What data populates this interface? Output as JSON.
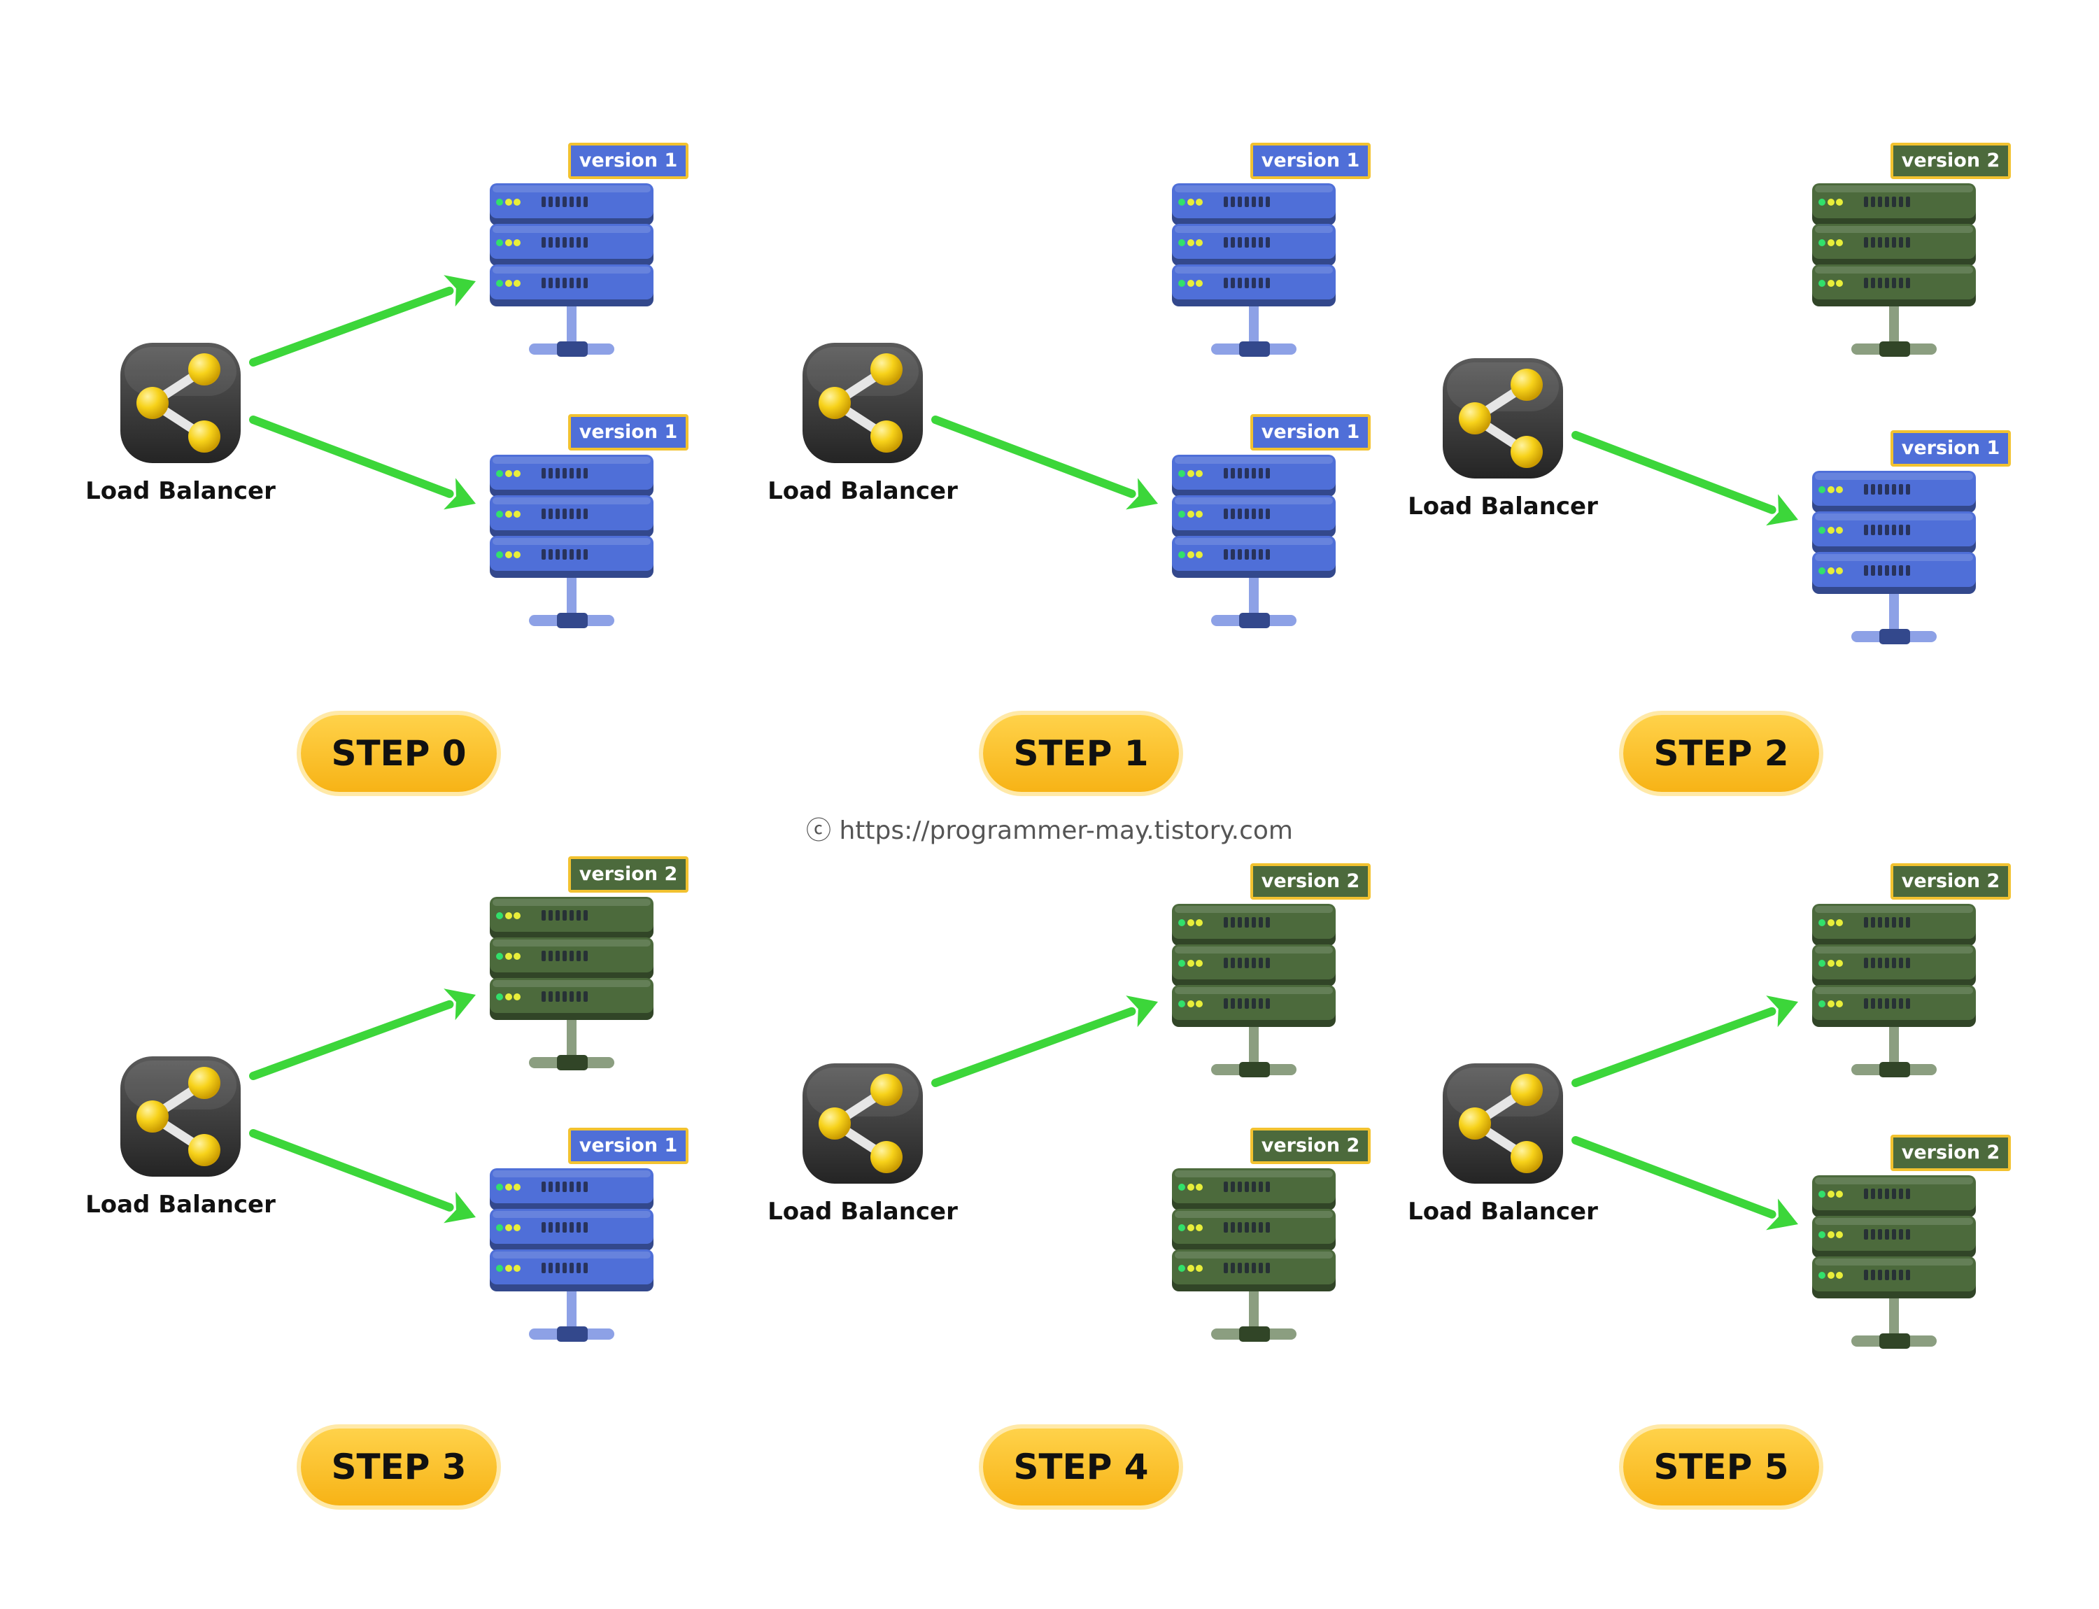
{
  "colors": {
    "version_1": "#4f6fd8",
    "version_2": "#4c6a3c",
    "arrow": "#3cd63a",
    "step_badge": "#fbbf24",
    "tag_border": "#f2c230"
  },
  "icons": {
    "load_balancer": "share-icon",
    "server": "server-rack-icon"
  },
  "panels": [
    {
      "step_label": "STEP 0",
      "balancer_label": "Load Balancer",
      "servers": [
        {
          "version_label": "version 1",
          "version": 1,
          "routed": true
        },
        {
          "version_label": "version 1",
          "version": 1,
          "routed": true
        }
      ]
    },
    {
      "step_label": "STEP 1",
      "balancer_label": "Load Balancer",
      "servers": [
        {
          "version_label": "version 1",
          "version": 1,
          "routed": false
        },
        {
          "version_label": "version 1",
          "version": 1,
          "routed": true
        }
      ]
    },
    {
      "step_label": "STEP 2",
      "balancer_label": "Load Balancer",
      "servers": [
        {
          "version_label": "version 2",
          "version": 2,
          "routed": false
        },
        {
          "version_label": "version 1",
          "version": 1,
          "routed": true
        }
      ]
    },
    {
      "step_label": "STEP 3",
      "balancer_label": "Load Balancer",
      "servers": [
        {
          "version_label": "version 2",
          "version": 2,
          "routed": true
        },
        {
          "version_label": "version 1",
          "version": 1,
          "routed": true
        }
      ]
    },
    {
      "step_label": "STEP 4",
      "balancer_label": "Load Balancer",
      "servers": [
        {
          "version_label": "version 2",
          "version": 2,
          "routed": true
        },
        {
          "version_label": "version 2",
          "version": 2,
          "routed": false
        }
      ]
    },
    {
      "step_label": "STEP 5",
      "balancer_label": "Load Balancer",
      "servers": [
        {
          "version_label": "version 2",
          "version": 2,
          "routed": true
        },
        {
          "version_label": "version 2",
          "version": 2,
          "routed": true
        }
      ]
    }
  ],
  "copyright": "ⓒ https://programmer-may.tistory.com"
}
